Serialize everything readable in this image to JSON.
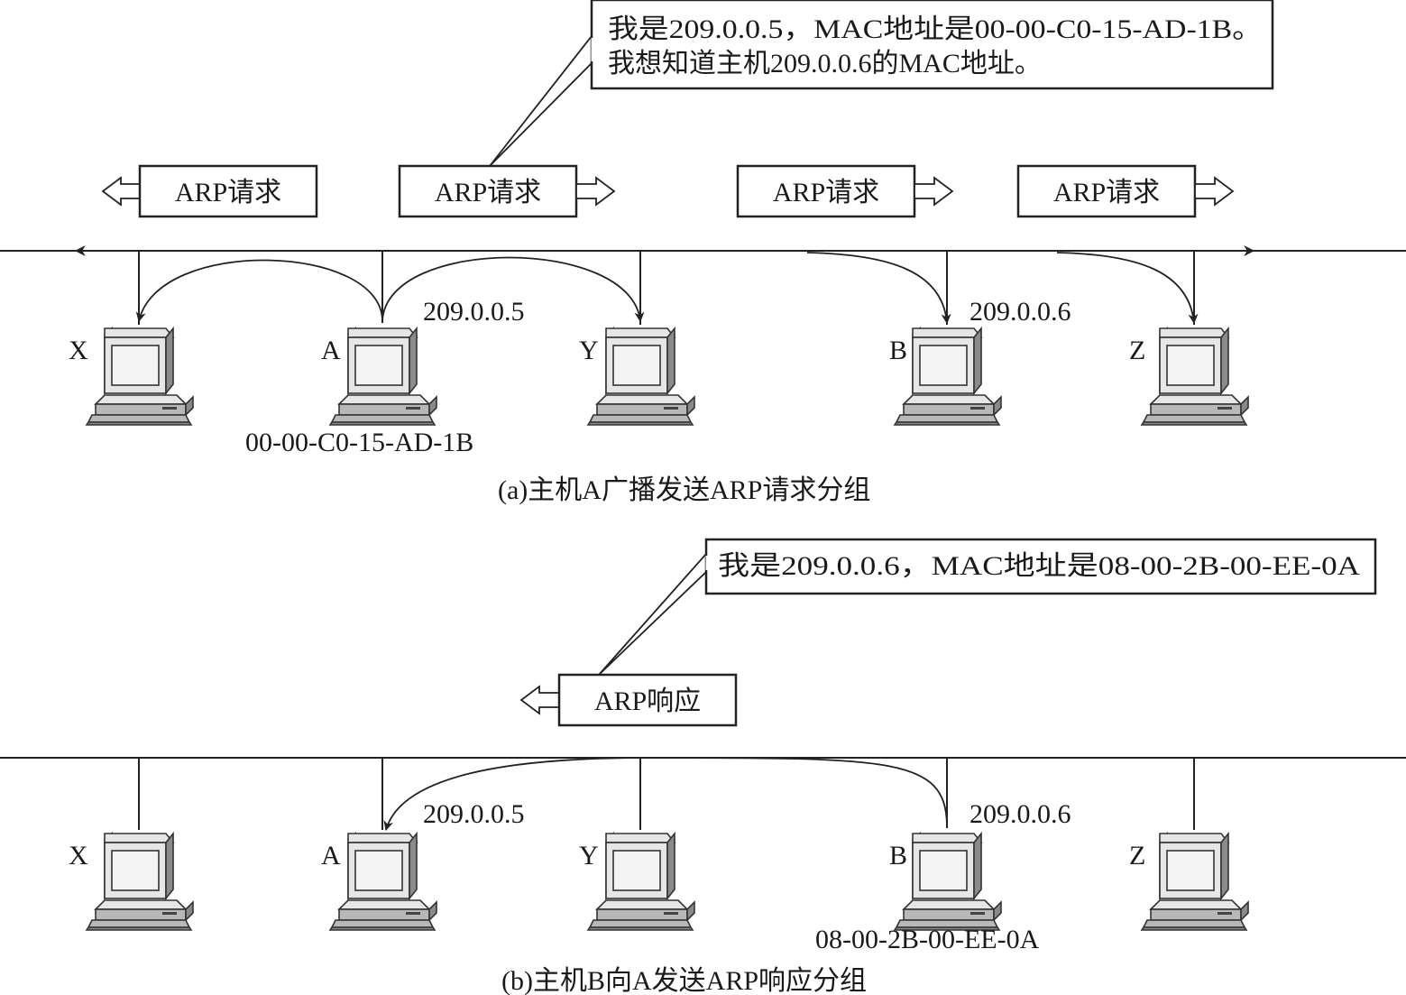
{
  "panel_a": {
    "callout_line1": "我是209.0.0.5，MAC地址是00-00-C0-15-AD-1B。",
    "callout_line2": "我想知道主机209.0.0.6的MAC地址。",
    "packet_label": "ARP请求",
    "hosts": {
      "x": "X",
      "a": "A",
      "y": "Y",
      "b": "B",
      "z": "Z"
    },
    "ip_a": "209.0.0.5",
    "ip_b": "209.0.0.6",
    "mac_a": "00-00-C0-15-AD-1B",
    "caption": "(a)主机A广播发送ARP请求分组"
  },
  "panel_b": {
    "callout": "我是209.0.0.6，MAC地址是08-00-2B-00-EE-0A",
    "packet_label": "ARP响应",
    "hosts": {
      "x": "X",
      "a": "A",
      "y": "Y",
      "b": "B",
      "z": "Z"
    },
    "ip_a": "209.0.0.5",
    "ip_b": "209.0.0.6",
    "mac_b": "08-00-2B-00-EE-0A",
    "caption": "(b)主机B向A发送ARP响应分组"
  },
  "icons": {
    "computer": "computer-icon",
    "arrow_right": "hollow-arrow-right-icon",
    "arrow_left": "hollow-arrow-left-icon"
  }
}
